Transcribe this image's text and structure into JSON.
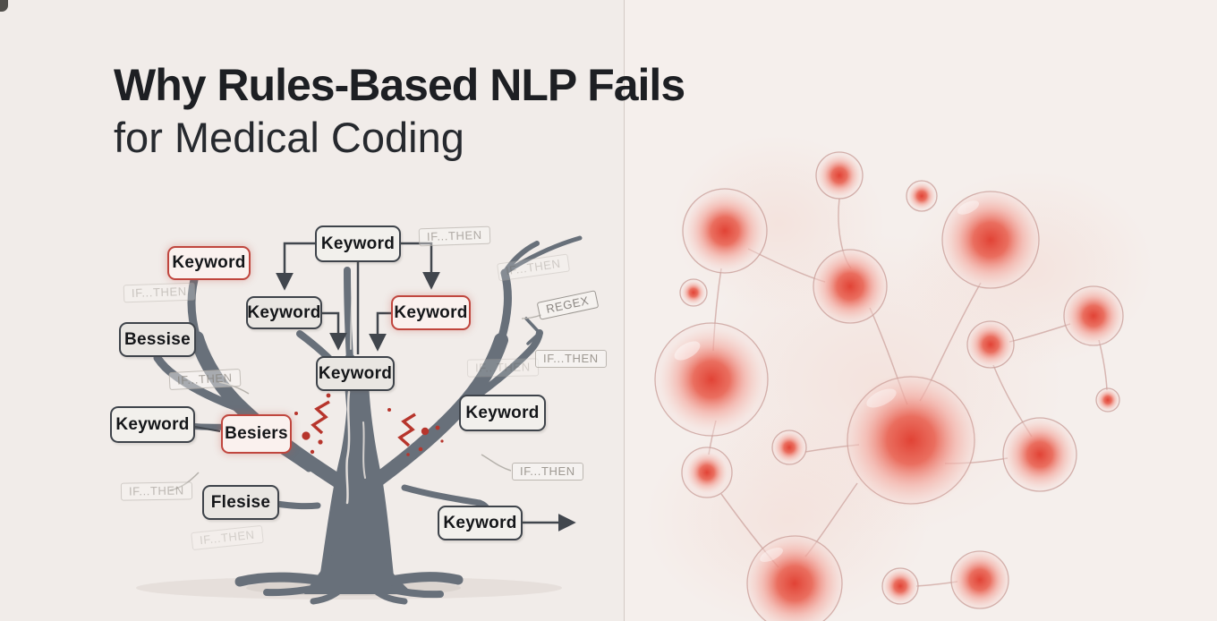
{
  "title": {
    "line1": "Why Rules-Based NLP Fails",
    "line2": "for Medical Coding"
  },
  "tree": {
    "boxes": [
      {
        "id": "keyword-top",
        "label": "Keyword",
        "style": "normal"
      },
      {
        "id": "keyword-upper-left",
        "label": "Keyword",
        "style": "red"
      },
      {
        "id": "keyword-mid-left",
        "label": "Keyword",
        "style": "normal"
      },
      {
        "id": "keyword-mid-right",
        "label": "Keyword",
        "style": "red"
      },
      {
        "id": "bessise",
        "label": "Bessise",
        "style": "normal"
      },
      {
        "id": "keyword-center",
        "label": "Keyword",
        "style": "normal"
      },
      {
        "id": "keyword-right",
        "label": "Keyword",
        "style": "normal"
      },
      {
        "id": "keyword-lower-left",
        "label": "Keyword",
        "style": "normal"
      },
      {
        "id": "besiers",
        "label": "Besiers",
        "style": "red"
      },
      {
        "id": "flesise",
        "label": "Flesise",
        "style": "normal"
      },
      {
        "id": "keyword-bottom-right",
        "label": "Keyword",
        "style": "normal"
      }
    ],
    "tags": [
      {
        "label": "IF...THEN"
      },
      {
        "label": "IF...THEN"
      },
      {
        "label": "IF...THEN"
      },
      {
        "label": "IF...THEN"
      },
      {
        "label": "IF...THEN"
      },
      {
        "label": "IF...THEN"
      },
      {
        "label": "IF...THEN"
      },
      {
        "label": "IF...THEN"
      },
      {
        "label": "IF...THEN"
      },
      {
        "label": "REGEX"
      }
    ]
  },
  "colors": {
    "background_left": "#f1ece9",
    "background_right": "#f5efec",
    "tree_gray": "#68707a",
    "box_border": "#3e434a",
    "red_accent": "#c0463e",
    "blob_red": "#e2402f",
    "tag_gray": "#97928b",
    "title_text": "#1d1f23"
  }
}
